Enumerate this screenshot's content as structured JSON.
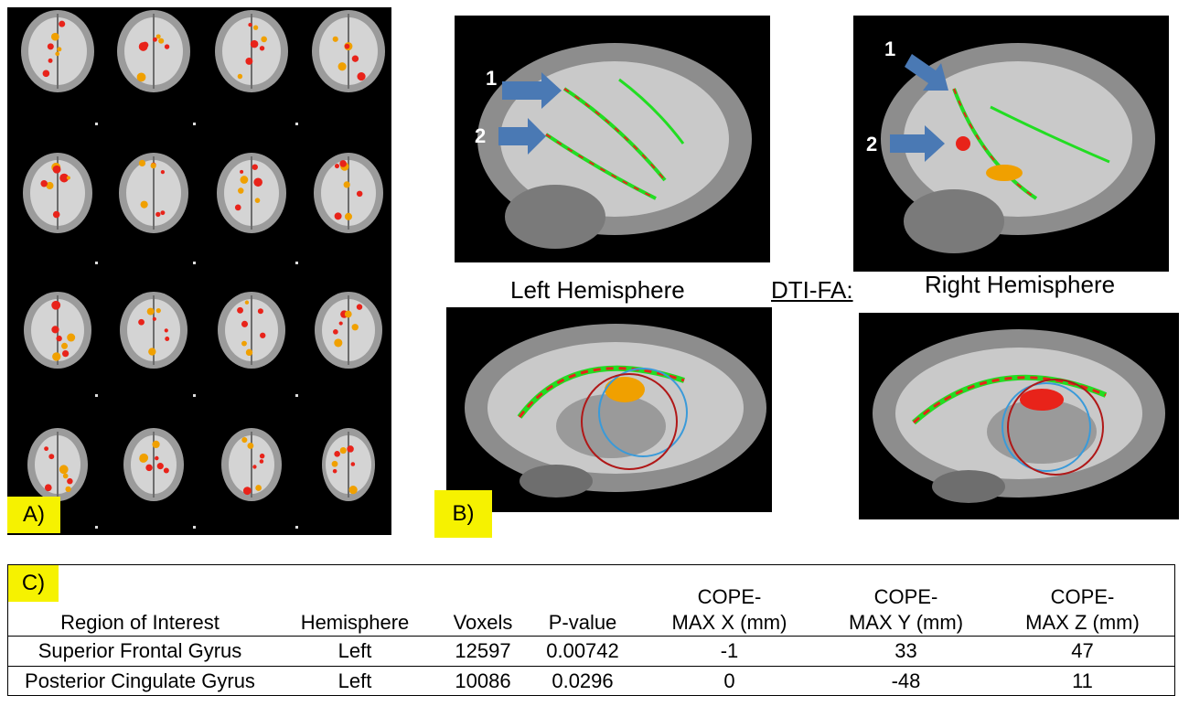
{
  "panel_a": {
    "label": "A)"
  },
  "panel_b": {
    "label": "B)",
    "left_caption": "Left Hemisphere",
    "center_caption": "DTI-FA:",
    "right_caption": "Right Hemisphere",
    "arrow_labels": [
      "1",
      "2"
    ]
  },
  "panel_c": {
    "label": "C)",
    "headers": [
      "Region of Interest",
      "Hemisphere",
      "Voxels",
      "P-value",
      "COPE-\nMAX X (mm)",
      "COPE-\nMAX Y (mm)",
      "COPE-\nMAX Z (mm)"
    ],
    "rows": [
      [
        "Superior Frontal Gyrus",
        "Left",
        "12597",
        "0.00742",
        "-1",
        "33",
        "47"
      ],
      [
        "Posterior Cingulate Gyrus",
        "Left",
        "10086",
        "0.0296",
        "0",
        "-48",
        "11"
      ]
    ]
  },
  "colors": {
    "label_bg": "#f6f200",
    "activation": "#e8231a",
    "fa_tract": "#22dd22",
    "arrow": "#4a79b4"
  }
}
